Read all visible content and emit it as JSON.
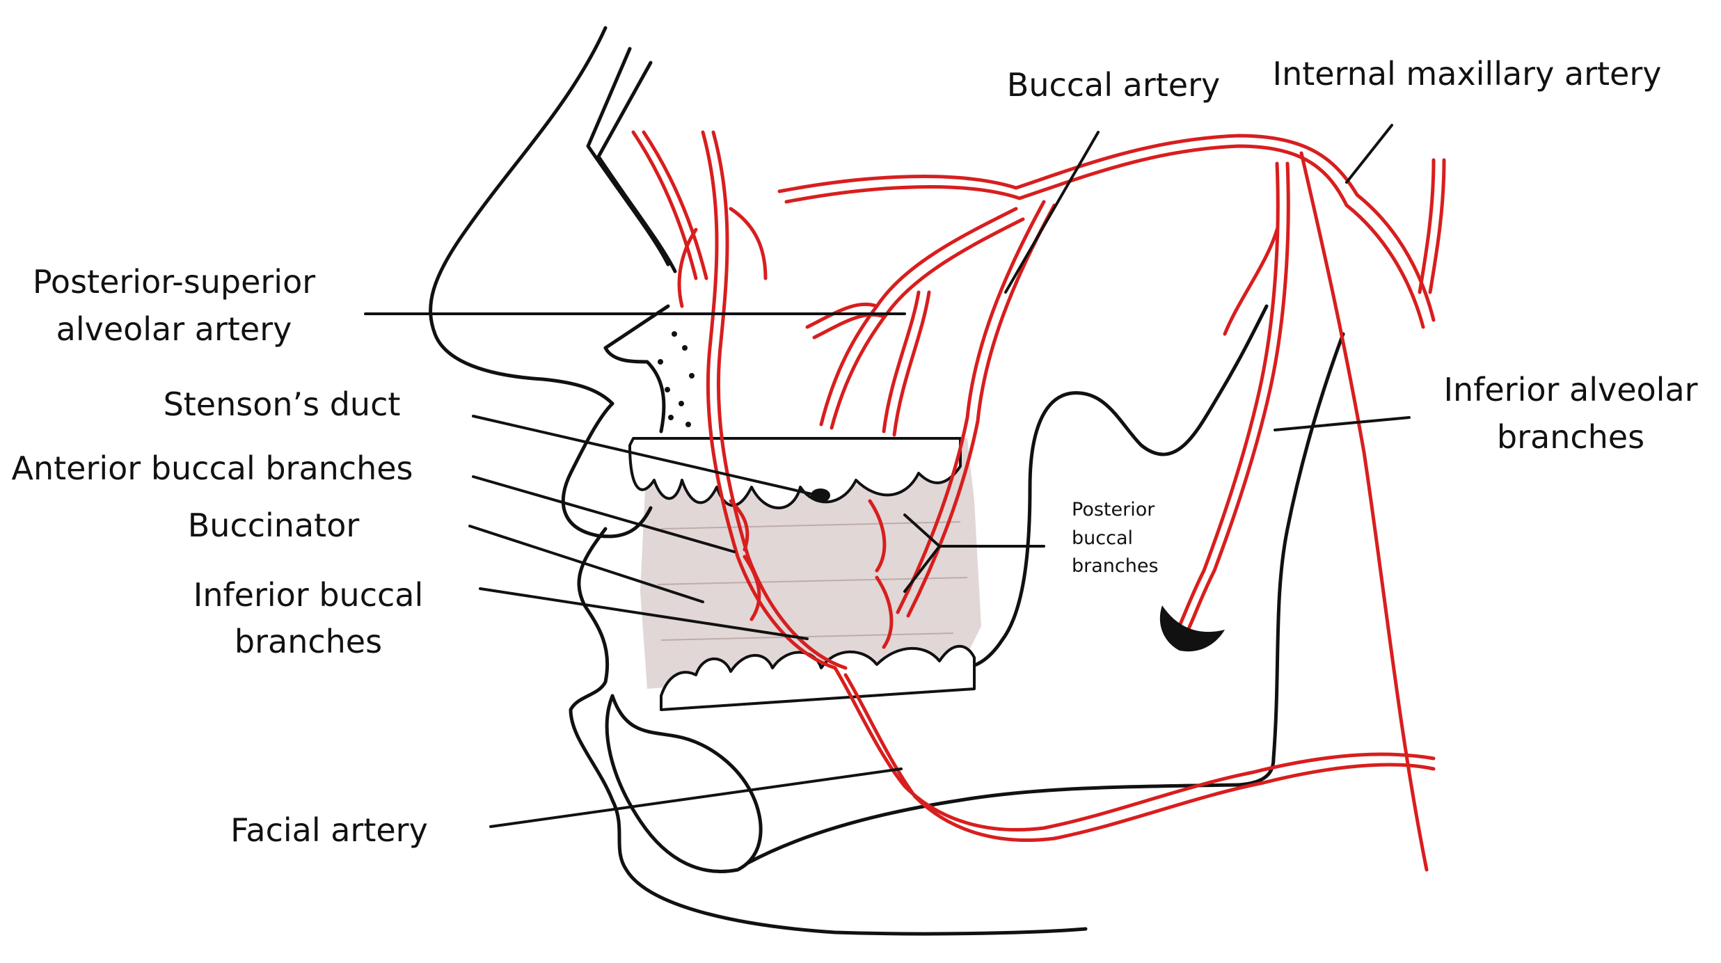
{
  "labels": {
    "posterior_superior_line1": "Posterior-superior",
    "posterior_superior_line2": "alveolar artery",
    "stensons_duct": "Stenson’s duct",
    "anterior_buccal": "Anterior buccal branches",
    "buccinator": "Buccinator",
    "inferior_buccal_line1": "Inferior buccal",
    "inferior_buccal_line2": "branches",
    "facial_artery": "Facial artery",
    "buccal_artery": "Buccal artery",
    "internal_maxillary": "Internal maxillary artery",
    "inferior_alveolar_line1": "Inferior alveolar",
    "inferior_alveolar_line2": "branches",
    "posterior_buccal_line1": "Posterior",
    "posterior_buccal_line2": "buccal",
    "posterior_buccal_line3": "branches"
  },
  "colors": {
    "artery": "#d81e1e",
    "outline": "#111111",
    "muscle_shading": "#c9b6b6",
    "background": "#ffffff"
  }
}
